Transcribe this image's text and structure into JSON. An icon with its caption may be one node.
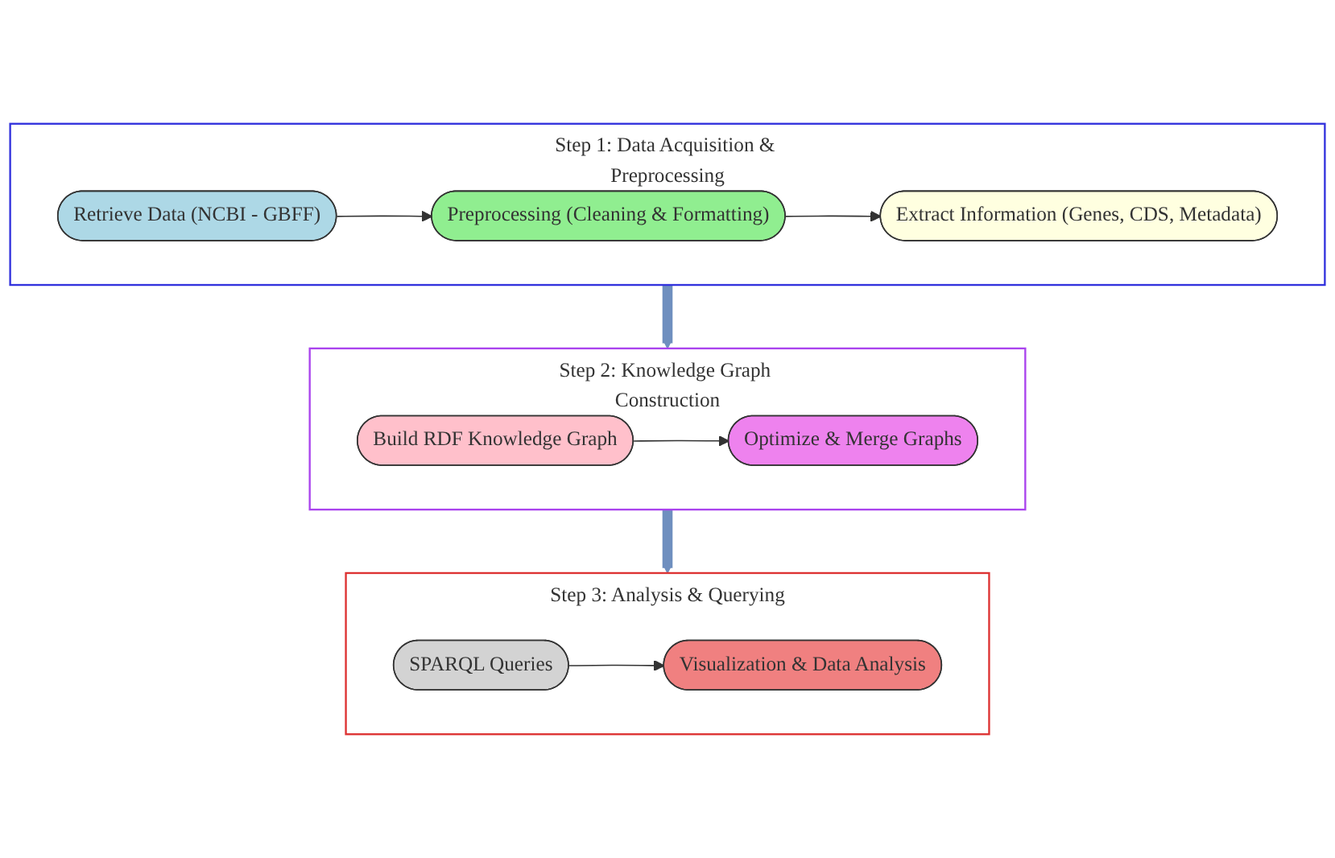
{
  "diagram": {
    "nodes": [
      {
        "text": [
          "Step 1: Data Acquisition & Preprocessing"
        ]
      },
      {
        "text": [
          "Retrieve Data (NCBI - GBFF)"
        ],
        "in": 0
      },
      {
        "text": [
          "Preprocessing (Cleaning & Formatting)"
        ],
        "in": 0
      },
      {
        "text": [
          "Extract Information (Genes, CDS, Metadata)"
        ],
        "in": 0
      },
      {
        "text": [
          "Step 2: Knowledge Graph Construction"
        ]
      },
      {
        "text": [
          "Build RDF Knowledge Graph"
        ],
        "in": 4
      },
      {
        "text": [
          "Optimize & Merge Graphs"
        ],
        "in": 4
      },
      {
        "text": [
          "Step 3: Analysis & Querying"
        ]
      },
      {
        "text": [
          "SPARQL Queries"
        ],
        "in": 7
      },
      {
        "text": [
          "Visualization & Data Analysis"
        ],
        "in": 7
      }
    ],
    "edges": [
      {
        "from": 1,
        "to": 2,
        "arrow": "to"
      },
      {
        "from": 2,
        "to": 3,
        "arrow": "to"
      },
      {
        "from": 0,
        "to": 4,
        "arrow": "to",
        "style": "thick",
        "color": "#6f8fbf"
      },
      {
        "from": 5,
        "to": 6,
        "arrow": "to"
      },
      {
        "from": 4,
        "to": 7,
        "arrow": "to",
        "style": "thick",
        "color": "#6f8fbf"
      },
      {
        "from": 8,
        "to": 9,
        "arrow": "to"
      }
    ]
  }
}
